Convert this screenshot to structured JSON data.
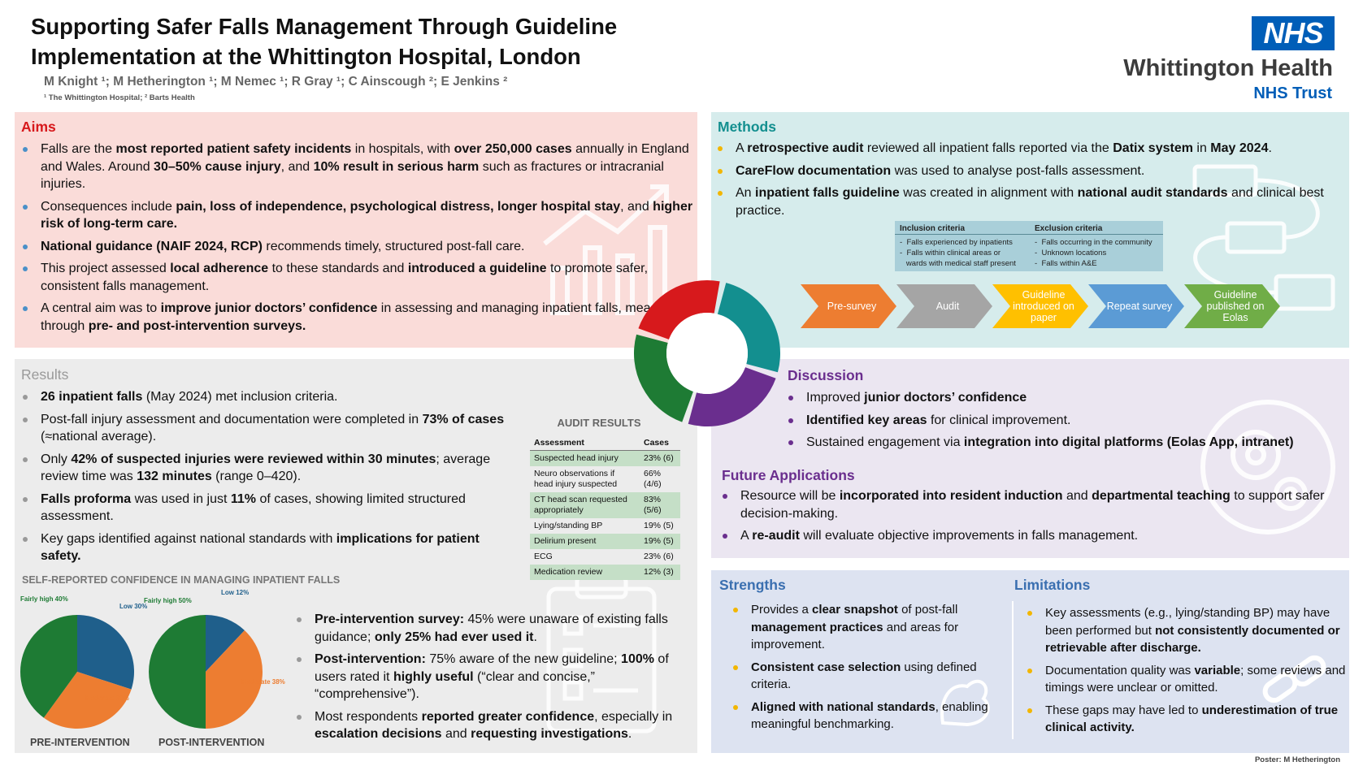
{
  "header": {
    "title_line1": "Supporting Safer Falls Management Through Guideline",
    "title_line2": "Implementation at the Whittington Hospital, London",
    "authors": "M Knight ¹; M Hetherington ¹; M Nemec ¹; R Gray ¹; C Ainscough ²; E Jenkins ²",
    "affiliations": "¹ The Whittington Hospital; ² Barts Health",
    "logo_text": "NHS",
    "org_name": "Whittington Health",
    "org_trust": "NHS Trust"
  },
  "colors": {
    "aims_bg": "#fadcd9",
    "methods_bg": "#d6ecec",
    "results_bg": "#ececec",
    "discussion_bg": "#ebe6f1",
    "strengths_bg": "#dde3f1",
    "aims_heading": "#d7191c",
    "methods_heading": "#138f8f",
    "results_heading": "#9a9a9a",
    "discussion_heading": "#6a2e8e",
    "strengths_heading": "#3a6fb0",
    "nhs_blue": "#005eb8"
  },
  "aims": {
    "heading": "Aims",
    "items": [
      [
        [
          "Falls are the ",
          0
        ],
        [
          "most reported patient safety incidents",
          1
        ],
        [
          " in hospitals, with ",
          0
        ],
        [
          "over 250,000 cases",
          1
        ],
        [
          " annually in England and Wales. Around ",
          0
        ],
        [
          "30–50% cause injury",
          1
        ],
        [
          ", and ",
          0
        ],
        [
          "10% result in serious harm",
          1
        ],
        [
          " such as fractures or intracranial injuries.",
          0
        ]
      ],
      [
        [
          "Consequences include ",
          0
        ],
        [
          "pain, loss of independence, psychological distress, longer hospital stay",
          1
        ],
        [
          ", and ",
          0
        ],
        [
          "higher risk of long-term care.",
          1
        ]
      ],
      [
        [
          "National guidance (NAIF 2024, RCP)",
          1
        ],
        [
          " recommends timely, structured post-fall care.",
          0
        ]
      ],
      [
        [
          "This project assessed ",
          0
        ],
        [
          "local adherence",
          1
        ],
        [
          " to these standards and ",
          0
        ],
        [
          "introduced a guideline",
          1
        ],
        [
          " to promote safer, consistent falls management.",
          0
        ]
      ],
      [
        [
          "A central aim was to ",
          0
        ],
        [
          "improve junior doctors’ confidence",
          1
        ],
        [
          " in assessing and managing inpatient falls, measured through ",
          0
        ],
        [
          "pre- and post-intervention surveys.",
          1
        ]
      ]
    ]
  },
  "methods": {
    "heading": "Methods",
    "items": [
      [
        [
          "A ",
          0
        ],
        [
          "retrospective audit",
          1
        ],
        [
          " reviewed all inpatient falls reported via the ",
          0
        ],
        [
          "Datix system",
          1
        ],
        [
          " in ",
          0
        ],
        [
          "May 2024",
          1
        ],
        [
          ".",
          0
        ]
      ],
      [
        [
          "CareFlow documentation",
          1
        ],
        [
          " was used to analyse post-falls assessment.",
          0
        ]
      ],
      [
        [
          "An ",
          0
        ],
        [
          "inpatient falls guideline",
          1
        ],
        [
          " was created in alignment with ",
          0
        ],
        [
          "national audit standards",
          1
        ],
        [
          " and clinical best practice.",
          0
        ]
      ]
    ],
    "criteria": {
      "inclusion_heading": "Inclusion criteria",
      "inclusion_1": "Falls experienced by inpatients",
      "inclusion_2": "Falls within clinical areas or",
      "inclusion_3": "wards with medical staff present",
      "exclusion_heading": "Exclusion criteria",
      "exclusion_1": "Falls occurring in the community",
      "exclusion_2": "Unknown locations",
      "exclusion_3": "Falls within A&E"
    },
    "flow_steps": [
      {
        "label": "Pre-survey",
        "color": "#ed7d31"
      },
      {
        "label": "Audit",
        "color": "#a5a5a5"
      },
      {
        "label": "Guideline introduced on paper",
        "color": "#ffc000"
      },
      {
        "label": "Repeat survey",
        "color": "#5b9bd5"
      },
      {
        "label": "Guideline published on Eolas",
        "color": "#70ad47"
      }
    ]
  },
  "results": {
    "heading": "Results",
    "items": [
      [
        [
          "26 inpatient falls",
          1
        ],
        [
          " (May 2024) met inclusion criteria.",
          0
        ]
      ],
      [
        [
          "Post-fall injury assessment and documentation were completed in ",
          0
        ],
        [
          "73% of cases",
          1
        ],
        [
          " (≈national average).",
          0
        ]
      ],
      [
        [
          "Only ",
          0
        ],
        [
          "42% of suspected injuries were reviewed within 30 minutes",
          1
        ],
        [
          "; average review time was ",
          0
        ],
        [
          "132 minutes",
          1
        ],
        [
          " (range 0–420).",
          0
        ]
      ],
      [
        [
          "Falls proforma",
          1
        ],
        [
          " was used in just ",
          0
        ],
        [
          "11%",
          1
        ],
        [
          " of cases, showing limited structured assessment.",
          0
        ]
      ],
      [
        [
          "Key gaps identified against national standards with ",
          0
        ],
        [
          "implications for patient safety.",
          1
        ]
      ]
    ],
    "audit": {
      "title": "AUDIT RESULTS",
      "col_assessment": "Assessment",
      "col_cases": "Cases",
      "rows": [
        {
          "assessment": "Suspected head injury",
          "cases": "23% (6)"
        },
        {
          "assessment": "Neuro observations if head injury suspected",
          "cases": "66% (4/6)"
        },
        {
          "assessment": "CT head scan requested appropriately",
          "cases": "83% (5/6)"
        },
        {
          "assessment": "Lying/standing BP",
          "cases": "19% (5)"
        },
        {
          "assessment": "Delirium present",
          "cases": "19% (5)"
        },
        {
          "assessment": "ECG",
          "cases": "23% (6)"
        },
        {
          "assessment": "Medication review",
          "cases": "12% (3)"
        }
      ]
    },
    "confidence_title": "SELF-REPORTED CONFIDENCE IN MANAGING INPATIENT FALLS",
    "pies": [
      {
        "caption": "PRE-INTERVENTION",
        "slices": [
          {
            "name": "Low",
            "value": 30,
            "label": "Low 30%",
            "color": "#1f5f8b"
          },
          {
            "name": "Moderate",
            "value": 30,
            "label": "Moderate 30%",
            "color": "#ed7d31"
          },
          {
            "name": "Fairly high",
            "value": 40,
            "label": "Fairly high 40%",
            "color": "#1e7b34"
          }
        ]
      },
      {
        "caption": "POST-INTERVENTION",
        "slices": [
          {
            "name": "Low",
            "value": 12,
            "label": "Low 12%",
            "color": "#1f5f8b"
          },
          {
            "name": "Moderate",
            "value": 38,
            "label": "Moderate 38%",
            "color": "#ed7d31"
          },
          {
            "name": "Fairly high",
            "value": 50,
            "label": "Fairly high 50%",
            "color": "#1e7b34"
          }
        ]
      }
    ],
    "survey_items": [
      [
        [
          "Pre-intervention survey:",
          1
        ],
        [
          " 45% were unaware of existing falls guidance; ",
          0
        ],
        [
          "only 25% had ever used it",
          1
        ],
        [
          ".",
          0
        ]
      ],
      [
        [
          "Post-intervention:",
          1
        ],
        [
          " 75% aware of the new guideline; ",
          0
        ],
        [
          "100%",
          1
        ],
        [
          " of users rated it ",
          0
        ],
        [
          "highly useful",
          1
        ],
        [
          " (“clear and concise,” “comprehensive”).",
          0
        ]
      ],
      [
        [
          "Most respondents ",
          0
        ],
        [
          "reported greater confidence",
          1
        ],
        [
          ", especially in ",
          0
        ],
        [
          "escalation decisions",
          1
        ],
        [
          " and ",
          0
        ],
        [
          "requesting investigations",
          1
        ],
        [
          ".",
          0
        ]
      ]
    ]
  },
  "discussion": {
    "heading": "Discussion",
    "items": [
      [
        [
          "Improved ",
          0
        ],
        [
          "junior doctors’ confidence",
          1
        ]
      ],
      [
        [
          "Identified key areas",
          1
        ],
        [
          " for clinical improvement.",
          0
        ]
      ],
      [
        [
          "Sustained engagement via ",
          0
        ],
        [
          "integration into digital platforms (Eolas App, intranet)",
          1
        ]
      ]
    ]
  },
  "future": {
    "heading": "Future Applications",
    "items": [
      [
        [
          "Resource will be ",
          0
        ],
        [
          "incorporated into resident induction",
          1
        ],
        [
          " and ",
          0
        ],
        [
          "departmental teaching",
          1
        ],
        [
          " to support safer decision-making.",
          0
        ]
      ],
      [
        [
          "A ",
          0
        ],
        [
          "re-audit",
          1
        ],
        [
          " will evaluate objective improvements in falls management.",
          0
        ]
      ]
    ]
  },
  "strengths": {
    "heading": "Strengths",
    "items": [
      [
        [
          "Provides a ",
          0
        ],
        [
          "clear snapshot",
          1
        ],
        [
          " of post-fall ",
          0
        ],
        [
          "management practices",
          1
        ],
        [
          " and areas for improvement.",
          0
        ]
      ],
      [
        [
          "Consistent case selection",
          1
        ],
        [
          " using defined criteria.",
          0
        ]
      ],
      [
        [
          "Aligned with national standards",
          1
        ],
        [
          ", enabling meaningful benchmarking.",
          0
        ]
      ]
    ]
  },
  "limitations": {
    "heading": "Limitations",
    "items": [
      [
        [
          "Key assessments (e.g., lying/standing BP) may have been performed but ",
          0
        ],
        [
          "not consistently documented or retrievable after discharge.",
          1
        ]
      ],
      [
        [
          "Documentation quality was ",
          0
        ],
        [
          "variable",
          1
        ],
        [
          "; some reviews and timings were unclear or omitted.",
          0
        ]
      ],
      [
        [
          "These gaps may have led to ",
          0
        ],
        [
          "underestimation of true clinical activity.",
          1
        ]
      ]
    ]
  },
  "credit": "Poster: M Hetherington"
}
